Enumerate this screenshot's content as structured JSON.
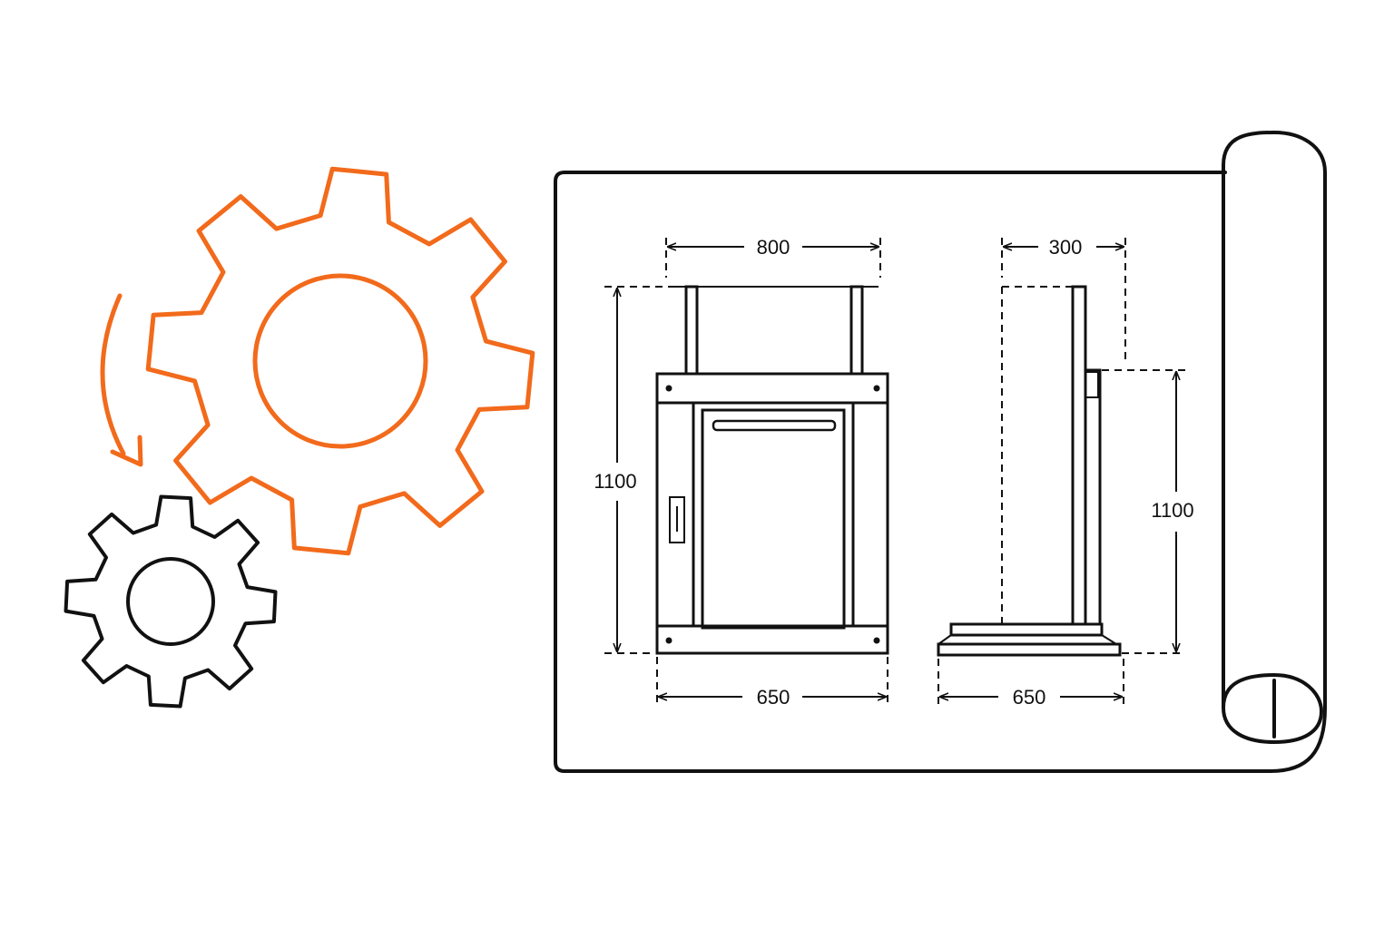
{
  "colors": {
    "accent": "#F26A1B",
    "ink": "#111111",
    "background": "#FFFFFF"
  },
  "icons": {
    "large_gear": "large-gear-icon",
    "small_gear": "small-gear-icon",
    "rotation_arrow": "rotation-arrow-icon",
    "blueprint": "blueprint-sheet-icon"
  },
  "blueprint": {
    "front_view": {
      "width_top": "800",
      "height": "1100",
      "width_bottom": "650"
    },
    "side_view": {
      "depth_top": "300",
      "height": "1100",
      "depth_bottom": "650"
    }
  }
}
